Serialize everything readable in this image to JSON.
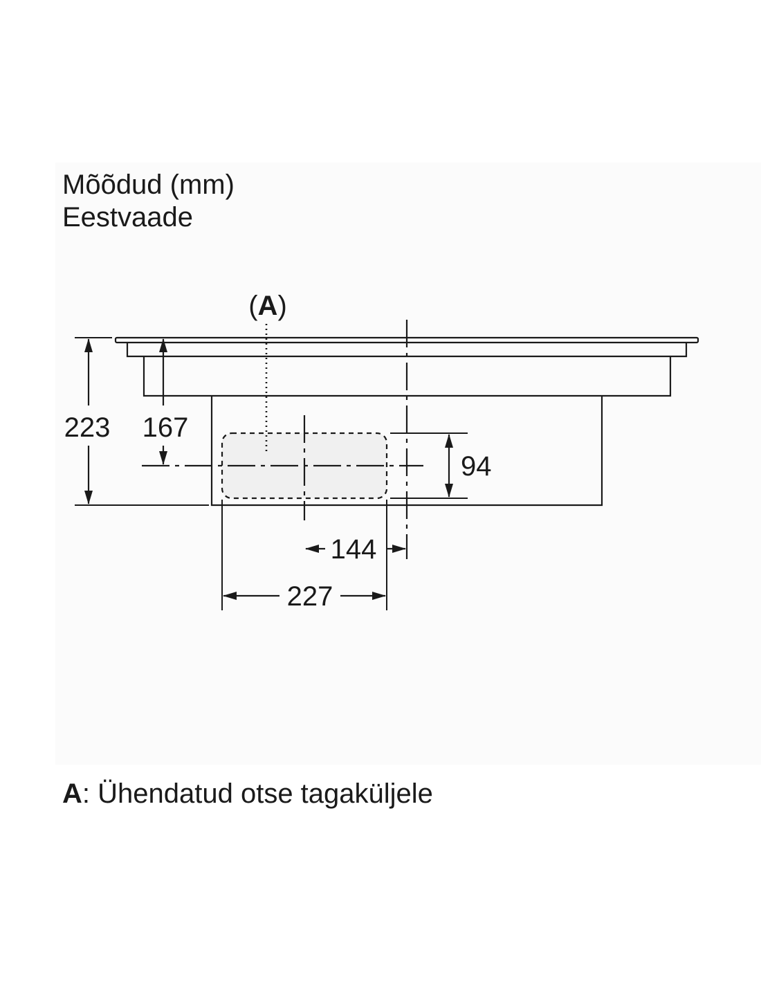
{
  "header": {
    "title": "Mõõdud (mm)",
    "subtitle": "Eestvaade"
  },
  "diagram": {
    "callout_label": "A",
    "dimensions": {
      "total_height": "223",
      "height_to_axis": "167",
      "opening_height": "94",
      "offset_horizontal": "144",
      "opening_width": "227"
    }
  },
  "legend": {
    "key": "A",
    "separator": ": ",
    "text": "Ühendatud otse tagaküljele"
  },
  "colors": {
    "line": "#1a1a1a",
    "opening_fill": "#f0f0f0",
    "background": "#ffffff"
  }
}
